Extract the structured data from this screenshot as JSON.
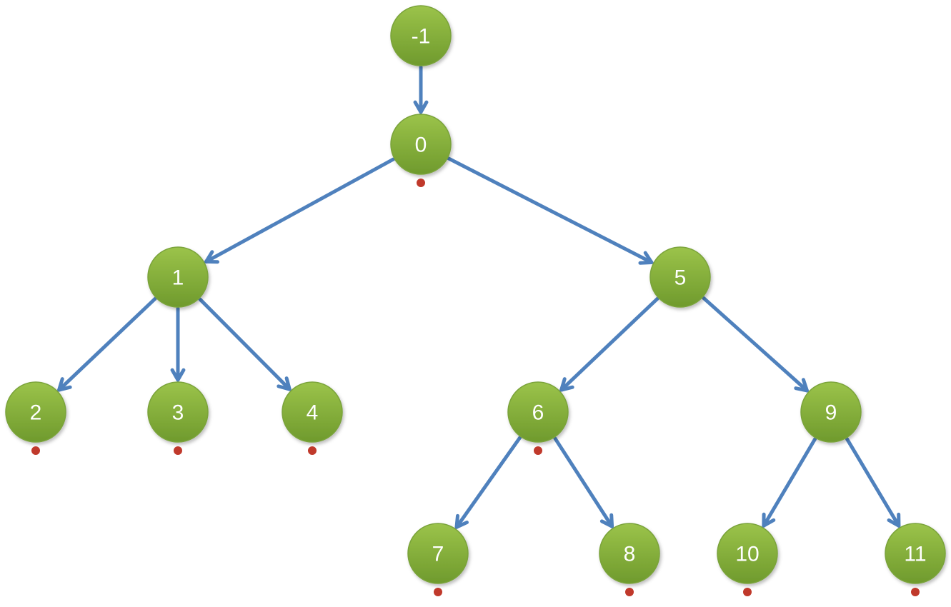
{
  "diagram": {
    "colors": {
      "node_fill_top": "#9bc34a",
      "node_fill_bottom": "#6f9a2d",
      "node_stroke": "#7aa33a",
      "edge": "#4f81bd",
      "marker": "#c0392b",
      "label": "#ffffff"
    },
    "nodes": [
      {
        "id": "n-1",
        "label": "-1",
        "marker": false
      },
      {
        "id": "n0",
        "label": "0",
        "marker": true
      },
      {
        "id": "n1",
        "label": "1",
        "marker": false
      },
      {
        "id": "n5",
        "label": "5",
        "marker": false
      },
      {
        "id": "n2",
        "label": "2",
        "marker": true
      },
      {
        "id": "n3",
        "label": "3",
        "marker": true
      },
      {
        "id": "n4",
        "label": "4",
        "marker": true
      },
      {
        "id": "n6",
        "label": "6",
        "marker": true
      },
      {
        "id": "n9",
        "label": "9",
        "marker": false
      },
      {
        "id": "n7",
        "label": "7",
        "marker": true
      },
      {
        "id": "n8",
        "label": "8",
        "marker": true
      },
      {
        "id": "n10",
        "label": "10",
        "marker": true
      },
      {
        "id": "n11",
        "label": "11",
        "marker": true
      }
    ],
    "edges": [
      {
        "from": "n-1",
        "to": "n0"
      },
      {
        "from": "n0",
        "to": "n1"
      },
      {
        "from": "n0",
        "to": "n5"
      },
      {
        "from": "n1",
        "to": "n2"
      },
      {
        "from": "n1",
        "to": "n3"
      },
      {
        "from": "n1",
        "to": "n4"
      },
      {
        "from": "n5",
        "to": "n6"
      },
      {
        "from": "n5",
        "to": "n9"
      },
      {
        "from": "n6",
        "to": "n7"
      },
      {
        "from": "n6",
        "to": "n8"
      },
      {
        "from": "n9",
        "to": "n10"
      },
      {
        "from": "n9",
        "to": "n11"
      }
    ]
  }
}
